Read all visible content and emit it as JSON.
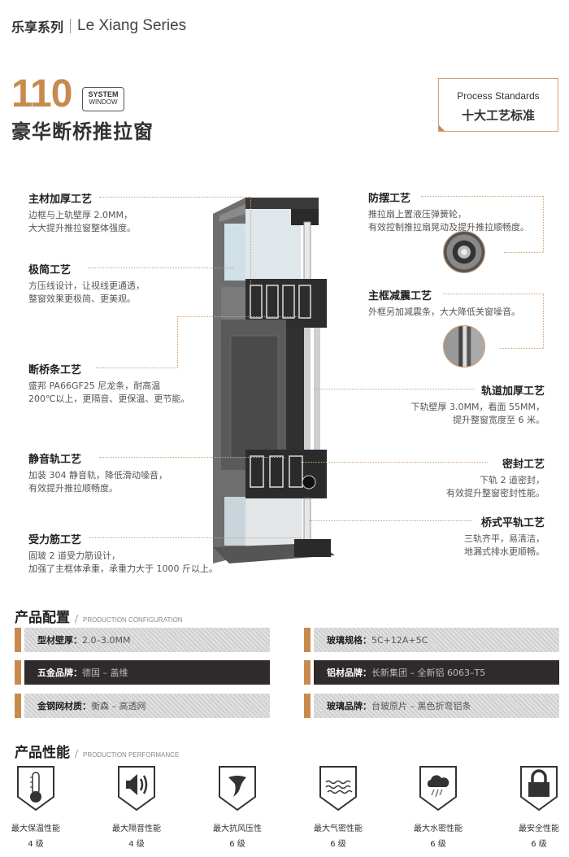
{
  "header": {
    "series_cn": "乐享系列",
    "series_en": "Le Xiang Series",
    "model_number": "110",
    "badge_line1": "SYSTEM",
    "badge_line2": "WINDOW",
    "product_title": "豪华断桥推拉窗"
  },
  "process_box": {
    "en": "Process Standards",
    "cn": "十大工艺标准"
  },
  "features_left": [
    {
      "title": "主材加厚工艺",
      "desc": "边框与上轨壁厚 2.0MM，\n大大提升推拉窗整体强度。"
    },
    {
      "title": "极简工艺",
      "desc": "方压线设计，让视线更通透，\n整窗效果更极简、更美观。"
    },
    {
      "title": "断桥条工艺",
      "desc": "盛邦 PA66GF25 尼龙条，耐高温\n200℃以上，更隔音、更保温、更节能。"
    },
    {
      "title": "静音轨工艺",
      "desc": "加装 304 静音轨，降低滑动噪音，\n有效提升推拉顺畅度。"
    },
    {
      "title": "受力筋工艺",
      "desc": "固玻 2 道受力筋设计，\n加强了主框体承重，承重力大于 1000 斤以上。"
    }
  ],
  "features_right": [
    {
      "title": "防摆工艺",
      "desc": "推拉扇上置液压弹簧轮，\n有效控制推拉扇晃动及提升推拉顺畅度。"
    },
    {
      "title": "主框减震工艺",
      "desc": "外框另加减震条，大大降低关窗噪音。"
    },
    {
      "title": "轨道加厚工艺",
      "desc": "下轨壁厚 3.0MM，看面 55MM，\n提升整窗宽度至 6 米。"
    },
    {
      "title": "密封工艺",
      "desc": "下轨 2 道密封，\n有效提升整窗密封性能。"
    },
    {
      "title": "桥式平轨工艺",
      "desc": "三轨齐平，易清洁，\n地漏式排水更顺畅。"
    }
  ],
  "configuration": {
    "title_cn": "产品配置",
    "slash": "/",
    "title_en": "PRODUCTION CONFIGURATION",
    "items": [
      {
        "label": "型材壁厚：",
        "value": "2.0–3.0MM"
      },
      {
        "label": "玻璃规格：",
        "value": "5C+12A+5C"
      },
      {
        "label": "五金品牌：",
        "value": "德国 – 盖维"
      },
      {
        "label": "铝材品牌：",
        "value": "长新集团 – 全新铝 6063–T5"
      },
      {
        "label": "金钢网材质：",
        "value": "衡森 – 高透网"
      },
      {
        "label": "玻璃品牌：",
        "value": "台玻原片 – 黑色折弯铝条"
      }
    ]
  },
  "performance": {
    "title_cn": "产品性能",
    "slash": "/",
    "title_en": "PRODUCTION PERFORMANCE",
    "items": [
      {
        "icon": "thermometer-icon",
        "label": "最大保温性能",
        "level": "4 级"
      },
      {
        "icon": "speaker-icon",
        "label": "最大隔音性能",
        "level": "4 级"
      },
      {
        "icon": "tornado-icon",
        "label": "最大抗风压性",
        "level": "6 级"
      },
      {
        "icon": "air-waves-icon",
        "label": "最大气密性能",
        "level": "6 级"
      },
      {
        "icon": "rain-cloud-icon",
        "label": "最大水密性能",
        "level": "6 级"
      },
      {
        "icon": "padlock-icon",
        "label": "最安全性能",
        "level": "6 级"
      }
    ]
  },
  "colors": {
    "accent": "#c98a4e",
    "dark_bar": "#2f2b2a",
    "text": "#333333"
  }
}
